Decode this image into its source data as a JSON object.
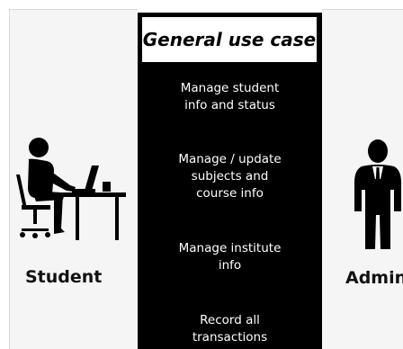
{
  "title": "General use case",
  "use_cases": [
    {
      "label": "Manage student\ninfo and status"
    },
    {
      "label": "Manage / update\nsubjects and\ncourse info"
    },
    {
      "label": "Manage institute\ninfo"
    },
    {
      "label": "Record all\ntransactions"
    }
  ],
  "actors": {
    "student": {
      "label": "Student",
      "icon": "person-at-desk-icon"
    },
    "admin": {
      "label": "Admin",
      "icon": "businessman-icon"
    }
  },
  "colors": {
    "column": "#000000",
    "text_on_column": "#ffffff",
    "background": "#ffffff",
    "side_panel": "#f5f5f5"
  }
}
